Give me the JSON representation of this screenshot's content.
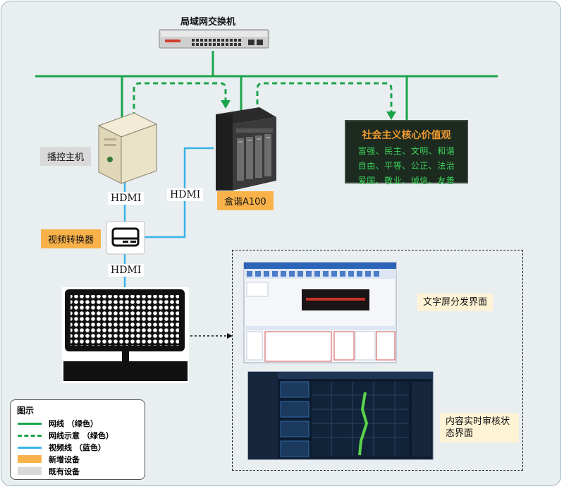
{
  "nodes": {
    "switch": "局域网交换机",
    "host": "播控主机",
    "server": "盒谐A100",
    "converter": "视频转换器"
  },
  "links": {
    "hdmi_1": "HDMI",
    "hdmi_2": "HDMI",
    "hdmi_3": "HDMI"
  },
  "led_board": {
    "title": "社会主义核心价值观",
    "rows": [
      "富强、民主、文明、和谐",
      "自由、平等、公正、法治",
      "爱国、敬业、诚信、友善"
    ]
  },
  "screens": {
    "text_dispatch": "文字屏分发界面",
    "content_review": "内容实时审核状态界面"
  },
  "legend": {
    "title": "图示",
    "items": [
      {
        "label": "网线 （绿色）",
        "style": "solid",
        "color": "#1aa44a"
      },
      {
        "label": "网线示意 （绿色）",
        "style": "dashed",
        "color": "#1aa44a"
      },
      {
        "label": "视频线 （蓝色）",
        "style": "solid",
        "color": "#37b3e6"
      },
      {
        "label": "新增设备",
        "style": "box",
        "color": "#f9b24a"
      },
      {
        "label": "既有设备",
        "style": "box",
        "color": "#d9d9d9"
      }
    ]
  },
  "colors": {
    "network": "#1aa44a",
    "video": "#37b3e6",
    "new_device": "#f9b24a",
    "existing_device": "#d9d9d9"
  }
}
